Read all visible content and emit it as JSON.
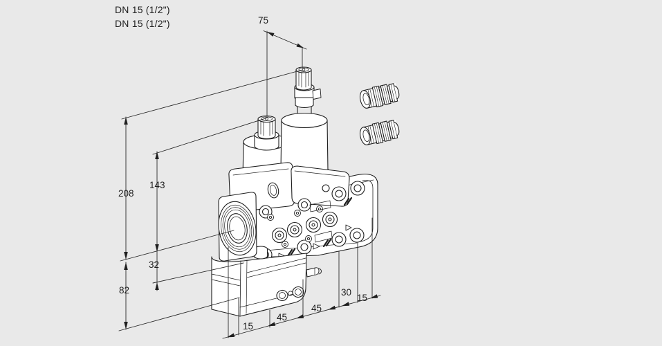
{
  "page": {
    "background_color": "#e9e9e9",
    "line_color": "#1f1f1f",
    "description": "Isometric dimensional drawing of a double solenoid gas valve with two cable glands"
  },
  "connection_labels": {
    "line1": "DN 15 (1/2\")",
    "line2": "DN 15 (1/2\")"
  },
  "dimensions_mm": {
    "actuator_axis_spacing": "75",
    "overall_height": "208",
    "left_actuator_height": "143",
    "flange_offset": "32",
    "bottom_block_height": "82",
    "bottom_left_offset": "15",
    "port_spacing_left": "45",
    "port_spacing_right": "45",
    "outlet_offset": "30",
    "right_edge_offset": "15"
  }
}
